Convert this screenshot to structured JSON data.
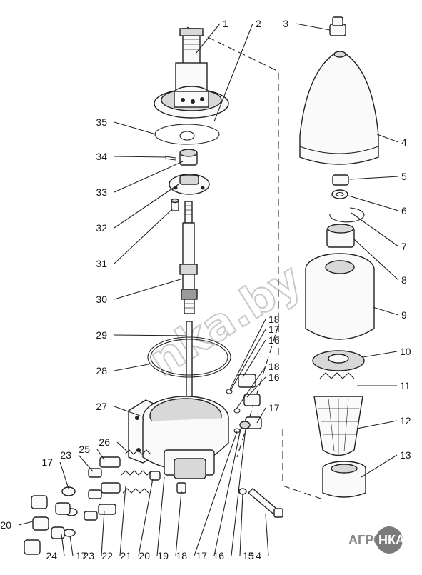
{
  "watermark": "nka.by",
  "logo": {
    "left": "АГРО",
    "right": "НКА"
  },
  "callouts": [
    {
      "id": "1"
    },
    {
      "id": "2"
    },
    {
      "id": "3"
    },
    {
      "id": "4"
    },
    {
      "id": "5"
    },
    {
      "id": "6"
    },
    {
      "id": "7"
    },
    {
      "id": "8"
    },
    {
      "id": "9"
    },
    {
      "id": "10"
    },
    {
      "id": "11"
    },
    {
      "id": "12"
    },
    {
      "id": "13"
    },
    {
      "id": "14"
    },
    {
      "id": "15"
    },
    {
      "id": "16a"
    },
    {
      "id": "17a"
    },
    {
      "id": "18a"
    },
    {
      "id": "19"
    },
    {
      "id": "20a"
    },
    {
      "id": "21"
    },
    {
      "id": "22"
    },
    {
      "id": "23a"
    },
    {
      "id": "17b"
    },
    {
      "id": "24"
    },
    {
      "id": "20b"
    },
    {
      "id": "17c"
    },
    {
      "id": "23b"
    },
    {
      "id": "25"
    },
    {
      "id": "26"
    },
    {
      "id": "27"
    },
    {
      "id": "28"
    },
    {
      "id": "29"
    },
    {
      "id": "30"
    },
    {
      "id": "31"
    },
    {
      "id": "32"
    },
    {
      "id": "33"
    },
    {
      "id": "34"
    },
    {
      "id": "35"
    },
    {
      "id": "18b"
    },
    {
      "id": "17d"
    },
    {
      "id": "16b"
    },
    {
      "id": "18c"
    },
    {
      "id": "16c"
    },
    {
      "id": "17e"
    }
  ],
  "labels": {
    "1": "1",
    "2": "2",
    "3": "3",
    "4": "4",
    "5": "5",
    "6": "6",
    "7": "7",
    "8": "8",
    "9": "9",
    "10": "10",
    "11": "11",
    "12": "12",
    "13": "13",
    "14": "14",
    "15": "15",
    "16a": "16",
    "17a": "17",
    "18a": "18",
    "19": "19",
    "20a": "20",
    "21": "21",
    "22": "22",
    "23a": "23",
    "17b": "17",
    "24": "24",
    "20b": "20",
    "17c": "17",
    "23b": "23",
    "25": "25",
    "26": "26",
    "27": "27",
    "28": "28",
    "29": "29",
    "30": "30",
    "31": "31",
    "32": "32",
    "33": "33",
    "34": "34",
    "35": "35",
    "18b": "18",
    "17d": "17",
    "16b": "16",
    "18c": "18",
    "16c": "16",
    "17e": "17"
  }
}
